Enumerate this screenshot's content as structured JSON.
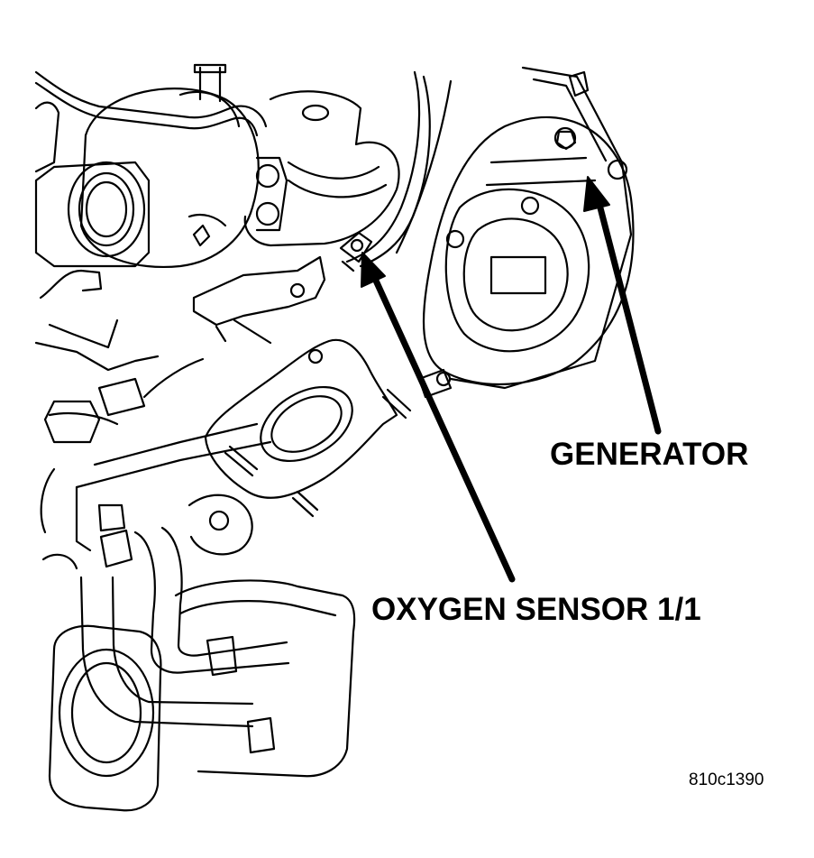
{
  "callouts": {
    "generator": "GENERATOR",
    "oxygen_sensor": "OXYGEN SENSOR 1/1"
  },
  "figure_id": "810c1390",
  "colors": {
    "line": "#000000",
    "background": "#ffffff"
  }
}
